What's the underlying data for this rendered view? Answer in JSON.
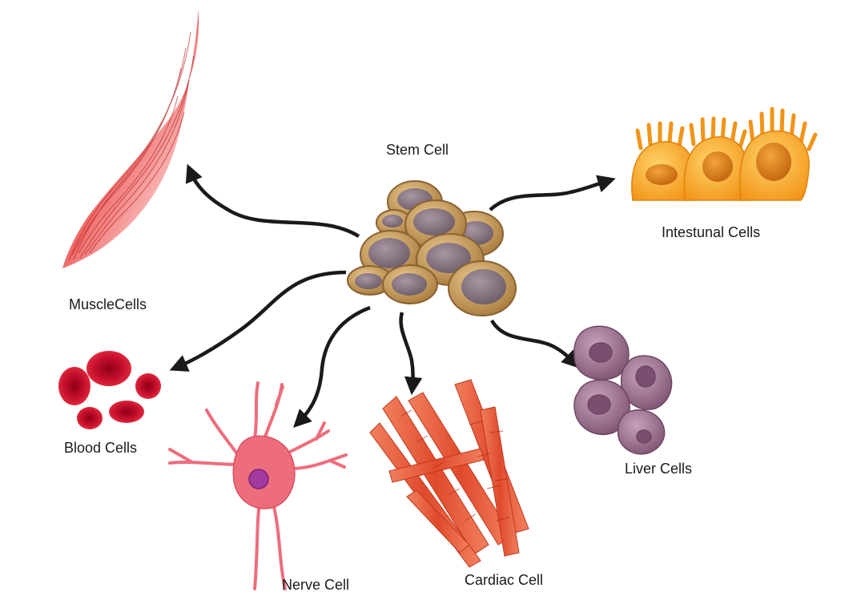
{
  "diagram": {
    "center": {
      "label": "Stem Cell"
    },
    "targets": [
      {
        "label": "MuscleCells"
      },
      {
        "label": "Intestunal Cells"
      },
      {
        "label": "Blood Cells"
      },
      {
        "label": "Nerve Cell"
      },
      {
        "label": "Cardiac Cell"
      },
      {
        "label": "Liver Cells"
      }
    ]
  },
  "colors": {
    "arrow": "#1a1a1a",
    "stem_cell": "#c49a5a",
    "stem_nucleus": "#8a7884",
    "muscle": "#e83a3a",
    "intestinal": "#f2a21c",
    "blood": "#c8102e",
    "nerve": "#ee6d7c",
    "nerve_nucleus": "#a23aa0",
    "cardiac": "#e2532f",
    "liver": "#9a6a8c"
  }
}
